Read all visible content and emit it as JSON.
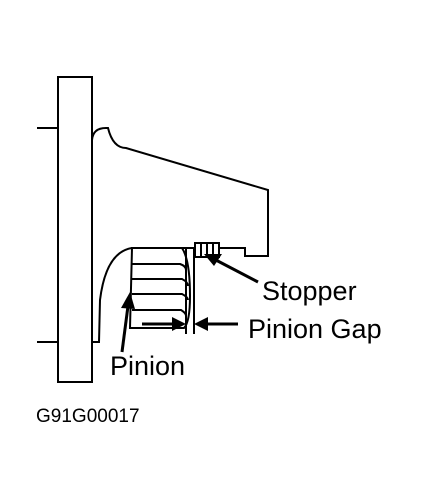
{
  "labels": {
    "stopper": "Stopper",
    "pinion_gap": "Pinion Gap",
    "pinion": "Pinion"
  },
  "figure_code": "G91G00017",
  "colors": {
    "line": "#000000",
    "background": "#ffffff"
  }
}
